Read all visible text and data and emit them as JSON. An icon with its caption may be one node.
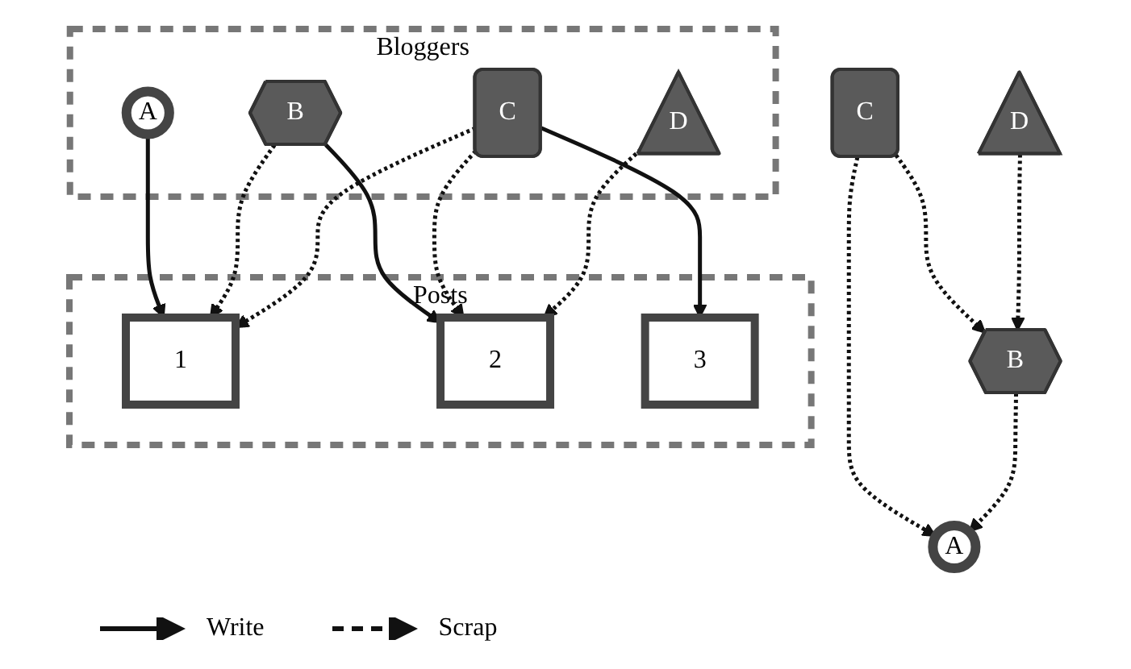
{
  "diagram": {
    "nodes": [
      {
        "text": [
          "Bloggers"
        ]
      },
      {
        "text": [
          "A"
        ],
        "in": 0
      },
      {
        "text": [
          "B"
        ],
        "in": 0
      },
      {
        "text": [
          "C"
        ],
        "in": 0
      },
      {
        "text": [
          "D"
        ],
        "in": 0
      },
      {
        "text": [
          "Posts"
        ]
      },
      {
        "text": [
          "1"
        ],
        "in": 5
      },
      {
        "text": [
          "2"
        ],
        "in": 5
      },
      {
        "text": [
          "3"
        ],
        "in": 5
      },
      {
        "text": [
          "C"
        ]
      },
      {
        "text": [
          "A"
        ]
      },
      {
        "text": [
          "D"
        ]
      },
      {
        "text": [
          "B"
        ]
      }
    ],
    "edges": [
      {
        "from": 1,
        "to": 6,
        "arrow": "to"
      },
      {
        "from": 2,
        "to": 6,
        "arrow": "to",
        "style": "dashed"
      },
      {
        "from": 2,
        "to": 7,
        "arrow": "to"
      },
      {
        "from": 3,
        "to": 6,
        "arrow": "to",
        "style": "dashed"
      },
      {
        "from": 3,
        "to": 7,
        "arrow": "to",
        "style": "dashed"
      },
      {
        "from": 3,
        "to": 8,
        "arrow": "to"
      },
      {
        "from": 4,
        "to": 7,
        "arrow": "to",
        "style": "dashed"
      },
      {
        "from": 9,
        "to": 10,
        "arrow": "to",
        "style": "dashed"
      },
      {
        "from": 9,
        "to": 12,
        "arrow": "to",
        "style": "dashed"
      },
      {
        "from": 11,
        "to": 12,
        "arrow": "to",
        "style": "dashed"
      },
      {
        "from": 12,
        "to": 10,
        "arrow": "to",
        "style": "dashed"
      }
    ],
    "legend": [
      {
        "text": "Write"
      },
      {
        "text": "Scrap"
      }
    ]
  }
}
